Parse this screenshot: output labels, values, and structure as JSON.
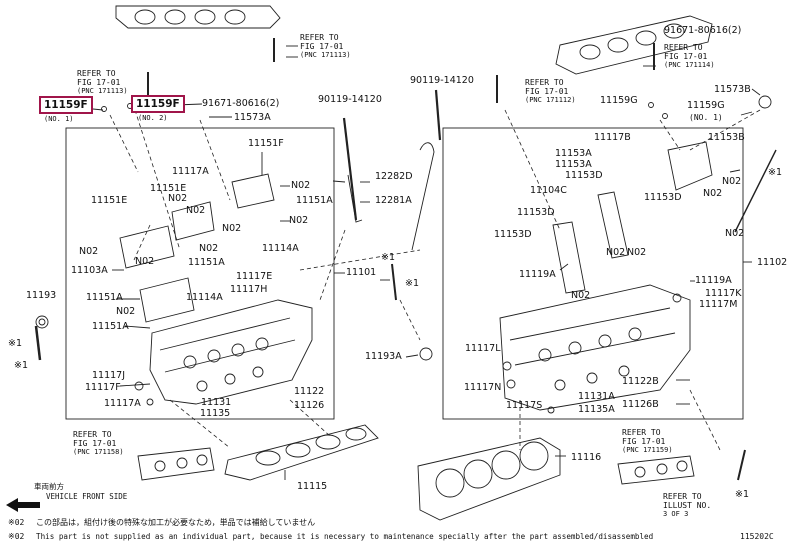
{
  "highlights": {
    "left": {
      "code": "11159F",
      "sub": "(NO. 1)"
    },
    "right": {
      "code": "11159F",
      "sub": "(NO. 2)"
    }
  },
  "refs": {
    "r1": {
      "t": "REFER TO",
      "f": "FIG 17-01",
      "p": "(PNC 171113)"
    },
    "r2": {
      "t": "REFER TO",
      "f": "FIG 17-01",
      "p": "(PNC 171113)"
    },
    "r3": {
      "t": "REFER TO",
      "f": "FIG 17-01",
      "p": "(PNC 171112)"
    },
    "r4": {
      "t": "REFER TO",
      "f": "FIG 17-01",
      "p": "(PNC 171114)"
    },
    "r5": {
      "t": "REFER TO",
      "f": "FIG 17-01",
      "p": "(PNC 171158)"
    },
    "r6": {
      "t": "REFER TO",
      "f": "FIG 17-01",
      "p": "(PNC 171159)"
    },
    "r7": {
      "t": "REFER TO",
      "f": "ILLUST NO.",
      "p": "3 OF 3"
    }
  },
  "labels": {
    "l_91671a": "91671-80616(2)",
    "l_11573a_l": "11573A",
    "l_90119a": "90119-14120",
    "l_90119b": "90119-14120",
    "l_91671b": "91671-80616(2)",
    "l_11573b_r": "11573B",
    "l_11159g_a": "11159G",
    "l_11159g_b": "11159G",
    "l_no1": "(NO. 1)",
    "l_11151f": "11151F",
    "l_11117a_t": "11117A",
    "l_n02_1": "N02",
    "l_11151e_1": "11151E",
    "l_n02_2": "N02",
    "l_11151e_2": "11151E",
    "l_n02_3": "N02",
    "l_11151a_1": "11151A",
    "l_n02_4": "N02",
    "l_n02_5": "N02",
    "l_n02_6": "N02",
    "l_11114a_1": "11114A",
    "l_n02_7": "N02",
    "l_n02_8": "N02",
    "l_11151a_2": "11151A",
    "l_11103a": "11103A",
    "l_11117e": "11117E",
    "l_11117h": "11117H",
    "l_11151a_3": "11151A",
    "l_11114a_2": "11114A",
    "l_n02_9": "N02",
    "l_11151a_4": "11151A",
    "l_11193": "11193",
    "l_11117j": "11117J",
    "l_11117f": "11117F",
    "l_11117a_b": "11117A",
    "l_11131": "11131",
    "l_11135": "11135",
    "l_11122": "11122",
    "l_11126": "11126",
    "l_11115": "11115",
    "l_12282d": "12282D",
    "l_12281a": "12281A",
    "l_11101": "11101",
    "l_11117b": "11117B",
    "l_11153a_1": "11153A",
    "l_11153a_2": "11153A",
    "l_11153d_1": "11153D",
    "l_11104c": "11104C",
    "l_11153d_2": "11153D",
    "l_11153d_3": "11153D",
    "l_11153d_4": "11153D",
    "l_11153b": "11153B",
    "l_n02_10": "N02",
    "l_n02_11": "N02",
    "l_n02_12": "N02",
    "l_n02_13": "N02",
    "l_n02_14": "N02",
    "l_n02_15": "N02",
    "l_11102": "11102",
    "l_11119a_1": "11119A",
    "l_11119a_2": "11119A",
    "l_11117k": "11117K",
    "l_11117m": "11117M",
    "l_11193a": "11193A",
    "l_11117l": "11117L",
    "l_11117n": "11117N",
    "l_11117s": "11117S",
    "l_11131a": "11131A",
    "l_11135a": "11135A",
    "l_11122b": "11122B",
    "l_11126b": "11126B",
    "l_11116": "11116",
    "l_star1": "※1",
    "l_star2": "※1",
    "l_star3": "※1",
    "l_star4": "※1",
    "l_star5": "※1",
    "l_star6": "※1"
  },
  "front": {
    "jp": "車両前方",
    "en": "VEHICLE FRONT SIDE"
  },
  "footer": {
    "n1": "※02",
    "t1": "この部品は，組付け後の特殊な加工が必要なため，単品では補給していません",
    "n2": "※02",
    "t2": "This part is not supplied as an individual part,      because it is necessary to maintenance specially after the part assembled/disassembled",
    "code": "115202C"
  }
}
